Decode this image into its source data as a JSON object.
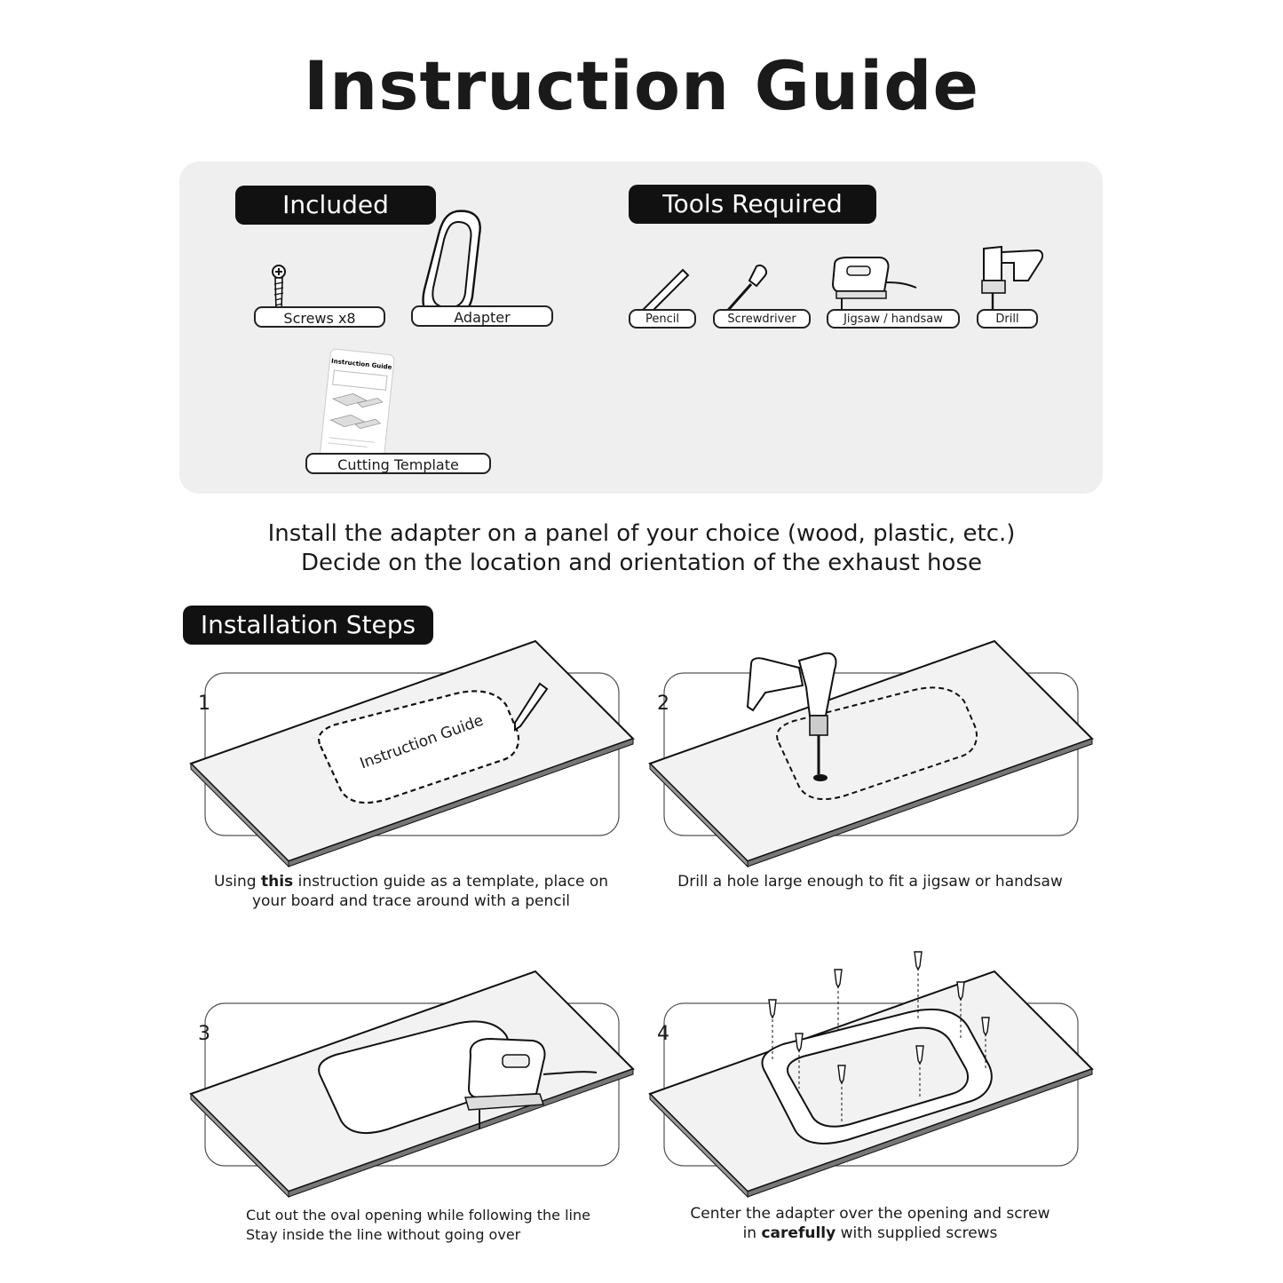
{
  "title": "Instruction Guide",
  "included": {
    "heading": "Included",
    "items": [
      "Screws  x8",
      "Adapter",
      "Cutting Template"
    ],
    "template_sheet_title": "Instruction Guide"
  },
  "tools": {
    "heading": "Tools Required",
    "items": [
      "Pencil",
      "Screwdriver",
      "Jigsaw / handsaw",
      "Drill"
    ]
  },
  "intro": {
    "line1": "Install the adapter on a panel of your choice (wood, plastic, etc.)",
    "line2": "Decide on the location and orientation of the exhaust hose"
  },
  "installation": {
    "heading": "Installation Steps",
    "steps": [
      {
        "number": "1",
        "board_text": "Instruction Guide",
        "caption_pre": "Using ",
        "caption_bold": "this",
        "caption_post": " instruction guide as a template, place on",
        "caption_line2": "your board and trace around with a pencil"
      },
      {
        "number": "2",
        "caption_line1": "Drill a hole large enough to fit a jigsaw or handsaw"
      },
      {
        "number": "3",
        "caption_line1": "Cut out the oval opening while following the line",
        "caption_line2": "Stay inside the line without going over"
      },
      {
        "number": "4",
        "caption_line1": "Center the adapter over the opening and screw",
        "caption_pre": "in ",
        "caption_bold": "carefully",
        "caption_post": " with supplied screws"
      }
    ]
  }
}
